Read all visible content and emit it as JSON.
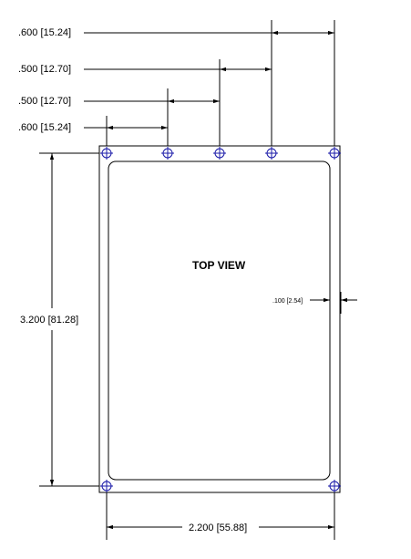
{
  "drawing": {
    "title": "TOP VIEW",
    "dimensions": {
      "pitch_first": ".600 [15.24]",
      "pitch_second": ".500 [12.70]",
      "pitch_third": ".500 [12.70]",
      "pitch_fourth": ".600 [15.24]",
      "height": "3.200 [81.28]",
      "width": "2.200 [55.88]",
      "inset": ".100 [2.54]"
    }
  },
  "colors": {
    "line": "#000000",
    "mounting_hole": "#1a1aa8"
  },
  "icons": {
    "mounting_hole": "crosshair-circle-icon",
    "arrowhead": "arrowhead-icon"
  }
}
